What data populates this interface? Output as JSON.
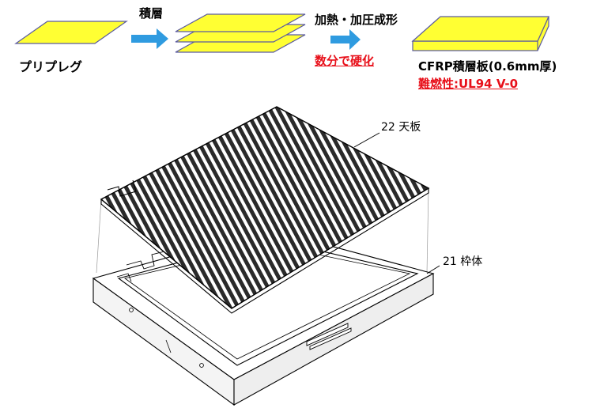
{
  "process": {
    "prepreg_label": "プリプレグ",
    "step1_label": "積層",
    "step2_label": "加熱・加圧成形",
    "step2_note": "数分で硬化",
    "product_label": "CFRP積層板(0.6mm厚)",
    "product_note": "難燃性:UL94 V-0",
    "sheet_color": "#ffff33",
    "sheet_edge_color": "#5a5aa0",
    "arrow_color": "#2f9be0",
    "note_color": "#e8101a"
  },
  "device": {
    "top_plate_label": "22 天板",
    "frame_label": "21 枠体"
  }
}
